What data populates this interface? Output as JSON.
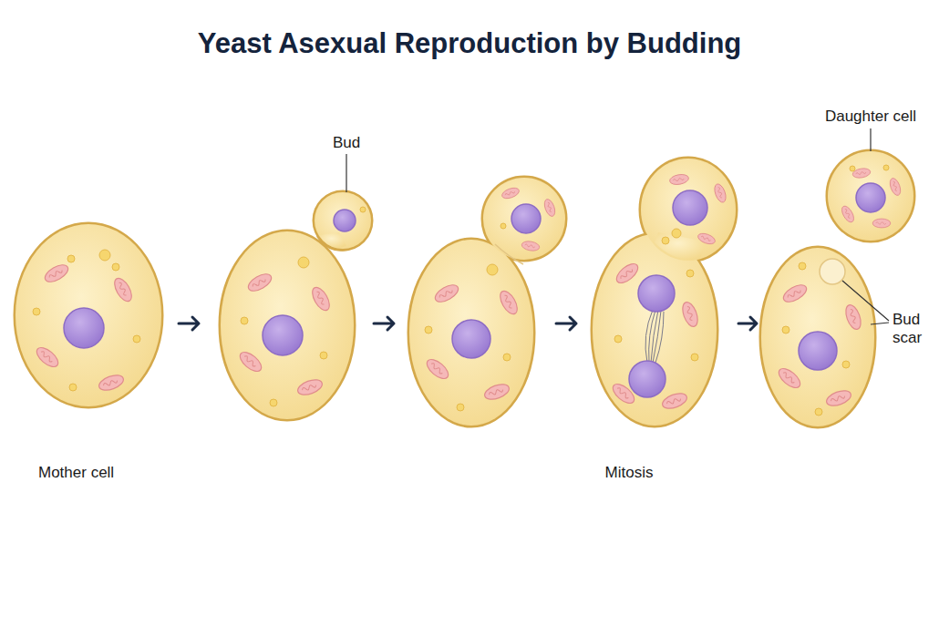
{
  "diagram": {
    "title": "Yeast Asexual Reproduction by Budding",
    "labels": [
      "Bud",
      "Daughter cell",
      "Bud scar",
      "Mother cell",
      "Mitosis"
    ]
  }
}
